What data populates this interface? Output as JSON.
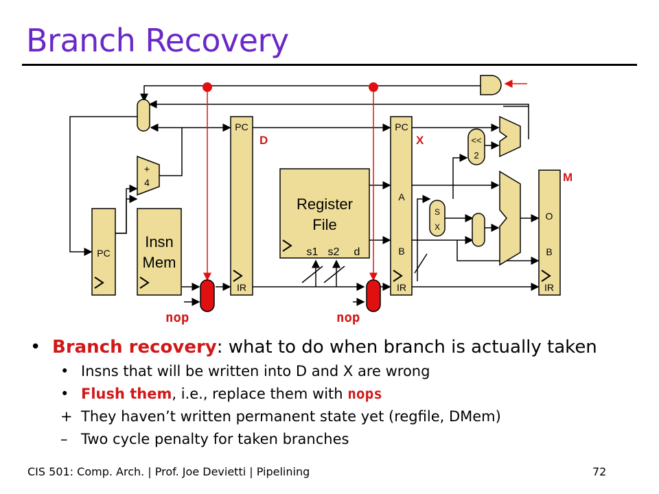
{
  "slide": {
    "title": "Branch Recovery",
    "footer": "CIS 501: Comp. Arch.  |  Prof. Joe Devietti  |  Pipelining",
    "page_number": "72"
  },
  "diagram": {
    "labels": {
      "pc_fetch": "PC",
      "plus": "+",
      "four": "4",
      "insn": "Insn",
      "mem": "Mem",
      "pc_d": "PC",
      "ir_d": "IR",
      "stage_d": "D",
      "regfile_1": "Register",
      "regfile_2": "File",
      "s1": "s1",
      "s2": "s2",
      "d": "d",
      "pc_x": "PC",
      "a_x": "A",
      "b_x": "B",
      "ir_x": "IR",
      "stage_x": "X",
      "shift_1": "<<",
      "shift_2": "2",
      "sx_1": "S",
      "sx_2": "X",
      "stage_m": "M",
      "o_m": "O",
      "b_m": "B",
      "ir_m": "IR",
      "nop_1": "nop",
      "nop_2": "nop"
    },
    "colors": {
      "component_fill": "#eedd99",
      "flush_red": "#e01010",
      "stage_label": "#d01818"
    }
  },
  "bullets": {
    "main_term": "Branch recovery",
    "main_rest": ": what to do when branch is actually taken",
    "sub1": "Insns that will be written into D and X are wrong",
    "sub2_bold": "Flush them",
    "sub2_mid": ", i.e., replace them with ",
    "sub2_code": "nops",
    "sub3_mark": "+",
    "sub3": "They haven’t written permanent state yet (regfile, DMem)",
    "sub4_mark": "–",
    "sub4": "Two cycle penalty for taken branches"
  }
}
